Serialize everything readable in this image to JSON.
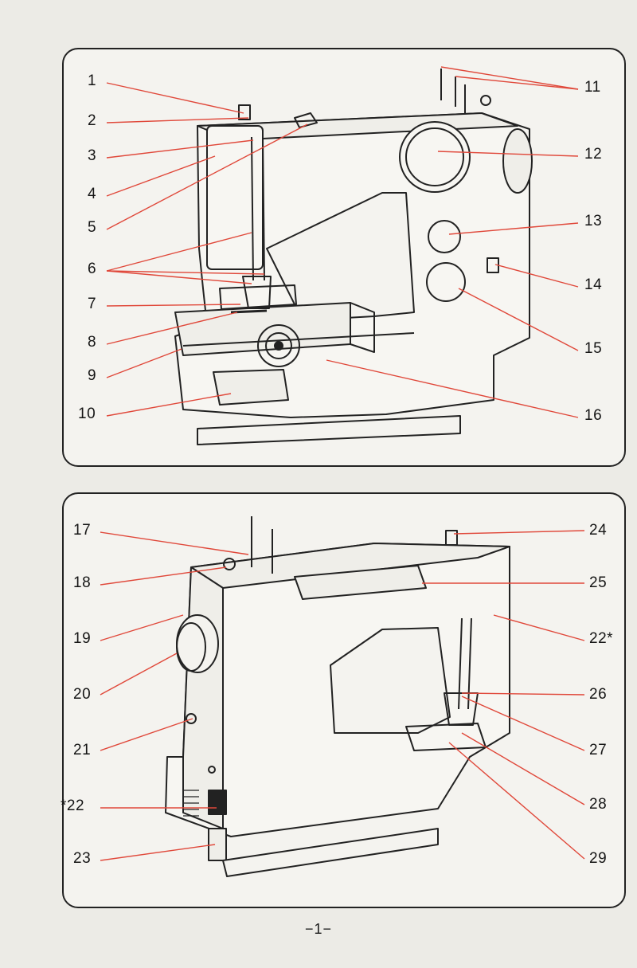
{
  "top_figure": {
    "callouts": [
      "1",
      "2",
      "3",
      "4",
      "5",
      "6",
      "7",
      "8",
      "9",
      "10",
      "11",
      "12",
      "13",
      "14",
      "15",
      "16"
    ]
  },
  "bottom_figure": {
    "callouts": [
      "17",
      "18",
      "19",
      "20",
      "21",
      "*22",
      "23",
      "24",
      "25",
      "22*",
      "26",
      "27",
      "28",
      "29"
    ]
  },
  "footer": {
    "page_number": "−1−"
  },
  "colors": {
    "leader_line": "#e0483a",
    "ink": "#222222",
    "paper": "#f4f3ef"
  }
}
